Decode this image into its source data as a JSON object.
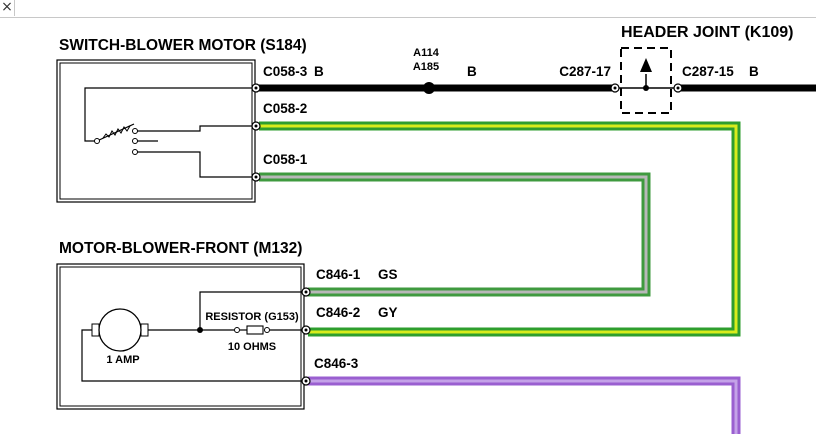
{
  "window": {
    "close_glyph": "×"
  },
  "components": {
    "switch": {
      "title": "SWITCH-BLOWER MOTOR (S184)"
    },
    "motor": {
      "title": "MOTOR-BLOWER-FRONT (M132)",
      "amp_label": "1 AMP",
      "resistor_label": "RESISTOR (G153)",
      "ohms_label": "10 OHMS"
    },
    "header_joint": {
      "title": "HEADER JOINT (K109)"
    }
  },
  "connectors": {
    "c058_3": "C058-3",
    "c058_2": "C058-2",
    "c058_1": "C058-1",
    "c846_1": "C846-1",
    "c846_2": "C846-2",
    "c846_3": "C846-3",
    "c287_17": "C287-17",
    "c287_15": "C287-15"
  },
  "wire_colors": {
    "b1": "B",
    "b2": "B",
    "b3": "B",
    "gs": "GS",
    "gy": "GY"
  },
  "splice": {
    "line1": "A114",
    "line2": "A185"
  },
  "colors": {
    "black_wire": "#000000",
    "green_wire": "#2e9e2e",
    "green_gray_wire": "#5f9f5f",
    "green_yellow_core": "#d8ec1c",
    "gray_core": "#b8b8b8",
    "violet_wire": "#9a5fd0",
    "violet_core": "#c4a2e8"
  }
}
